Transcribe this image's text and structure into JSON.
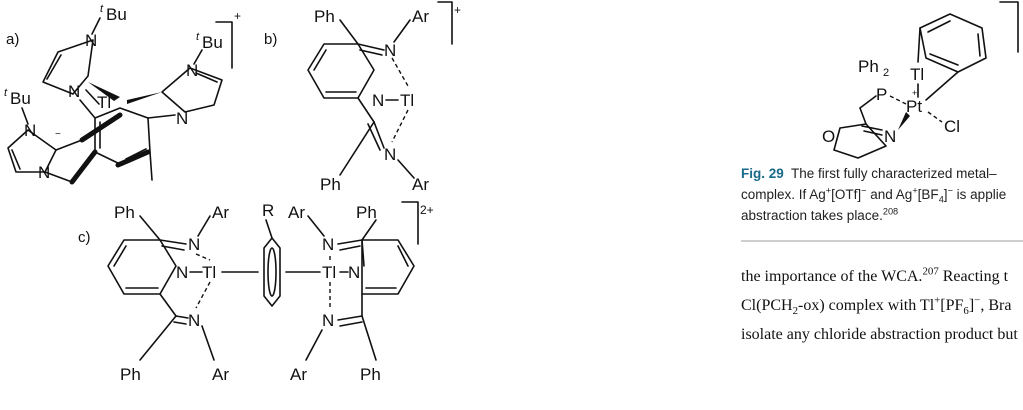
{
  "labels": {
    "a": "a)",
    "b": "b)",
    "c": "c)"
  },
  "atoms": {
    "N": "N",
    "Tl": "Tl",
    "Pt": "Pt",
    "P": "P",
    "O": "O",
    "Cl": "Cl",
    "Ph": "Ph",
    "Ar": "Ar",
    "R": "R",
    "tBu": "Bu",
    "t": "t",
    "Ph2": "Ph",
    "two": "2"
  },
  "charges": {
    "plus": "+",
    "two_plus": "2+"
  },
  "caption": {
    "fig_label": "Fig. 29",
    "line1": "The first fully characterized metal–",
    "line2_a": "complex. If Ag",
    "line2_b": "[OTf]",
    "line2_c": " and Ag",
    "line2_d": "[BF",
    "line2_e": "4",
    "line2_f": "]",
    "line2_g": " is applie",
    "line3_a": "abstraction takes place.",
    "line3_ref": "208"
  },
  "body_text": {
    "line1_a": "the importance of the WCA.",
    "line1_ref": "207",
    "line1_b": " Reacting t",
    "line2_a": "Cl(PCH",
    "line2_sub": "2",
    "line2_b": "-ox) complex with Tl",
    "line2_c": "[PF",
    "line2_sub2": "6",
    "line2_d": "]",
    "line2_e": ", Bra",
    "line3": "isolate any chloride abstraction product but"
  },
  "symbols": {
    "plus": "+",
    "minus": "−"
  }
}
